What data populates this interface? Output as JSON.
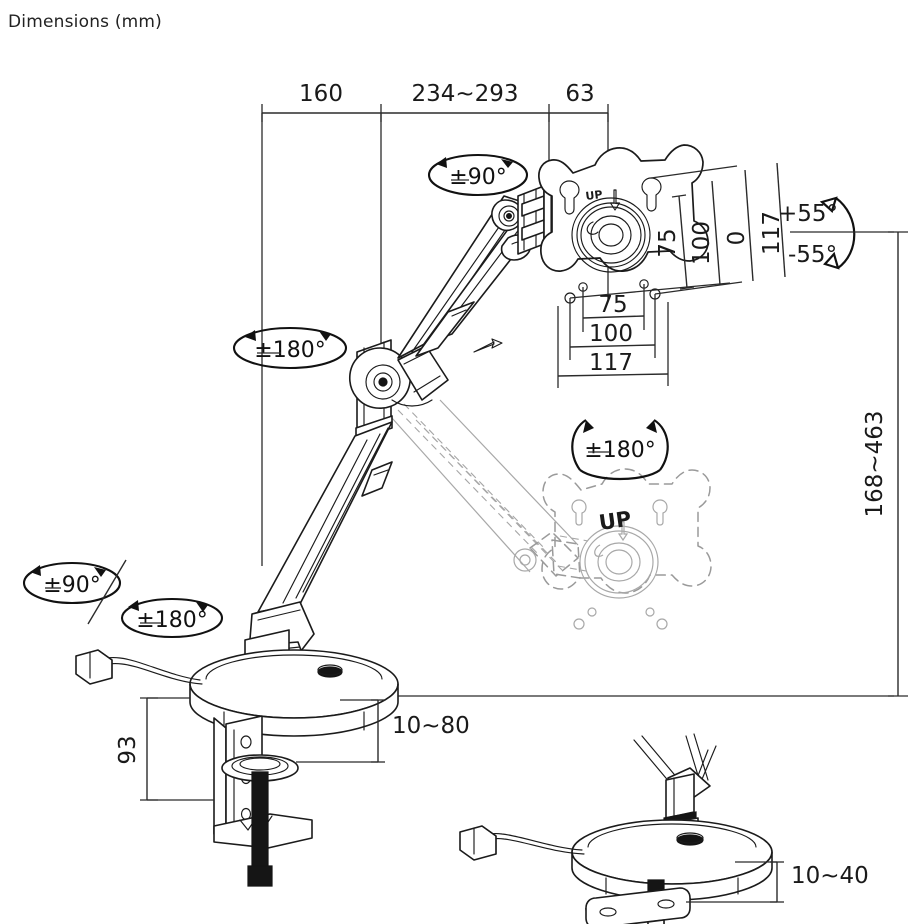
{
  "title": "Dimensions (mm)",
  "figure": {
    "type": "technical-dimension-drawing",
    "subject": "gas-spring monitor desk mount arm",
    "units": "mm"
  },
  "top_dimensions": [
    {
      "id": "reach-base-to-elbow",
      "label": "160"
    },
    {
      "id": "reach-elbow-to-vesa",
      "label": "234~293"
    },
    {
      "id": "vesa-plate-offset",
      "label": "63"
    }
  ],
  "vesa_dimensions": [
    {
      "id": "vesa-vertical-75",
      "label": "75",
      "orientation": "vertical"
    },
    {
      "id": "vesa-vertical-100",
      "label": "100",
      "orientation": "vertical"
    },
    {
      "id": "vesa-vertical-0",
      "label": "0",
      "orientation": "vertical"
    },
    {
      "id": "vesa-vertical-117",
      "label": "117",
      "orientation": "vertical"
    },
    {
      "id": "vesa-horizontal-75",
      "label": "75",
      "orientation": "horizontal"
    },
    {
      "id": "vesa-horizontal-100",
      "label": "100",
      "orientation": "horizontal"
    },
    {
      "id": "vesa-horizontal-117",
      "label": "117",
      "orientation": "horizontal"
    }
  ],
  "tilt": {
    "up_label": "+55°",
    "down_label": "-55°"
  },
  "rotations": [
    {
      "id": "vesa-swivel",
      "label": "±90°",
      "style": "ellipse"
    },
    {
      "id": "elbow-swivel",
      "label": "±180°",
      "style": "ellipse"
    },
    {
      "id": "vesa-rotate",
      "label": "±180°",
      "style": "circle"
    },
    {
      "id": "base-tilt",
      "label": "±90°",
      "style": "ellipse"
    },
    {
      "id": "base-swivel",
      "label": "±180°",
      "style": "ellipse"
    }
  ],
  "height_range": {
    "id": "height-adjust",
    "label": "168~463"
  },
  "base_dimensions": [
    {
      "id": "base-height-93",
      "label": "93",
      "orientation": "vertical"
    },
    {
      "id": "clamp-thickness",
      "label": "10~80",
      "orientation": "horizontal"
    }
  ],
  "grommet_dimensions": [
    {
      "id": "grommet-thickness",
      "label": "10~40",
      "orientation": "horizontal"
    }
  ],
  "plate_markings": [
    {
      "id": "vesa-up-marking",
      "label": "UP"
    },
    {
      "id": "vesa-up-marking-ghost",
      "label": "UP"
    }
  ],
  "colors": {
    "ink": "#1a1a1a",
    "dimension": "#2b2b2b",
    "ghost": "#9a9a9a",
    "background": "#ffffff"
  }
}
